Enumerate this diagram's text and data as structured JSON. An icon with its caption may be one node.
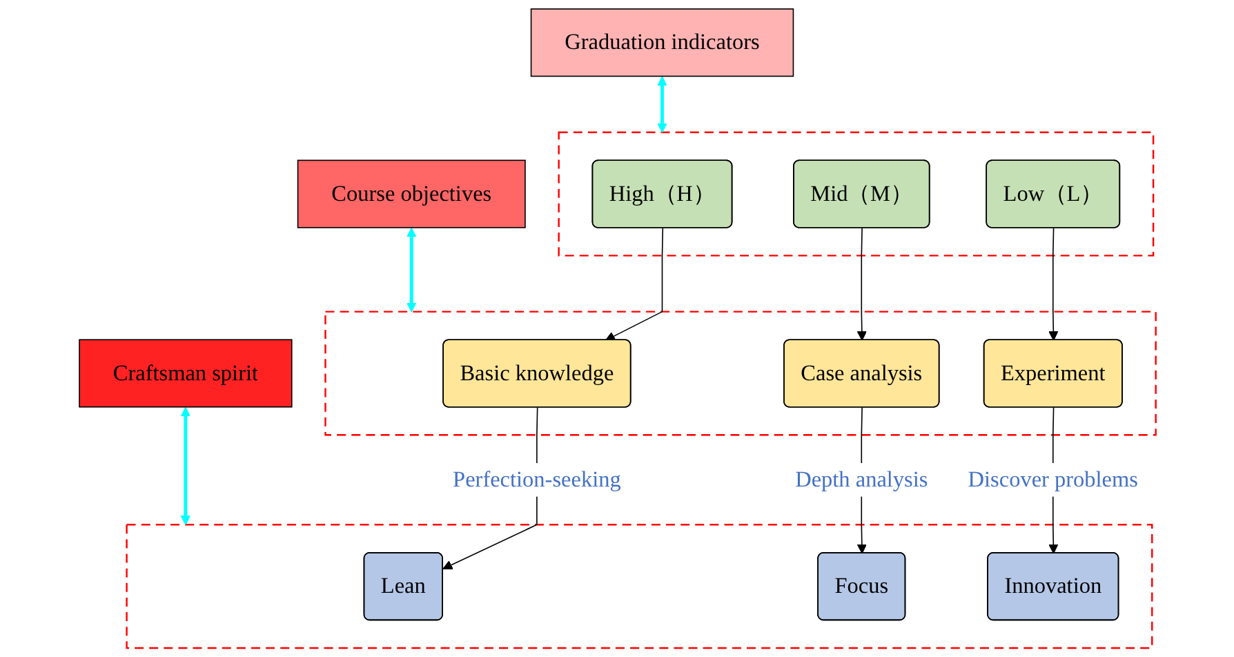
{
  "diagram": {
    "nodes": [
      {
        "text": [
          "Graduation indicators"
        ]
      },
      {
        "text": [],
        "shape": "box"
      },
      {
        "text": [
          "High（H）"
        ],
        "in": 1
      },
      {
        "text": [
          "Mid（M）"
        ],
        "in": 1
      },
      {
        "text": [
          "Low（L）"
        ],
        "in": 1
      },
      {
        "text": [
          "Course objectives"
        ]
      },
      {
        "text": [],
        "shape": "box"
      },
      {
        "text": [
          "Basic knowledge"
        ],
        "in": 6
      },
      {
        "text": [
          "Case analysis"
        ],
        "in": 6
      },
      {
        "text": [
          "Experiment"
        ],
        "in": 6
      },
      {
        "text": [
          "Craftsman spirit"
        ]
      },
      {
        "text": [],
        "shape": "box"
      },
      {
        "text": [
          "Lean"
        ],
        "in": 11
      },
      {
        "text": [
          "Focus"
        ],
        "in": 11
      },
      {
        "text": [
          "Innovation"
        ],
        "in": 11
      }
    ],
    "edges": [
      {
        "from": 0,
        "to": 1,
        "arrow": "both",
        "style": "thick",
        "color": "#00ffff"
      },
      {
        "from": 5,
        "to": 6,
        "arrow": "both",
        "style": "thick",
        "color": "#00ffff"
      },
      {
        "from": 10,
        "to": 11,
        "arrow": "both",
        "style": "thick",
        "color": "#00ffff"
      },
      {
        "from": 2,
        "to": 7,
        "arrow": "to"
      },
      {
        "from": 3,
        "to": 8,
        "arrow": "to"
      },
      {
        "from": 4,
        "to": 9,
        "arrow": "to"
      },
      {
        "from": 7,
        "to": 12,
        "arrow": "to",
        "label": "Perfection-seeking"
      },
      {
        "from": 8,
        "to": 13,
        "arrow": "to",
        "label": "Depth analysis"
      },
      {
        "from": 9,
        "to": 14,
        "arrow": "to",
        "label": "Discover problems"
      }
    ]
  }
}
